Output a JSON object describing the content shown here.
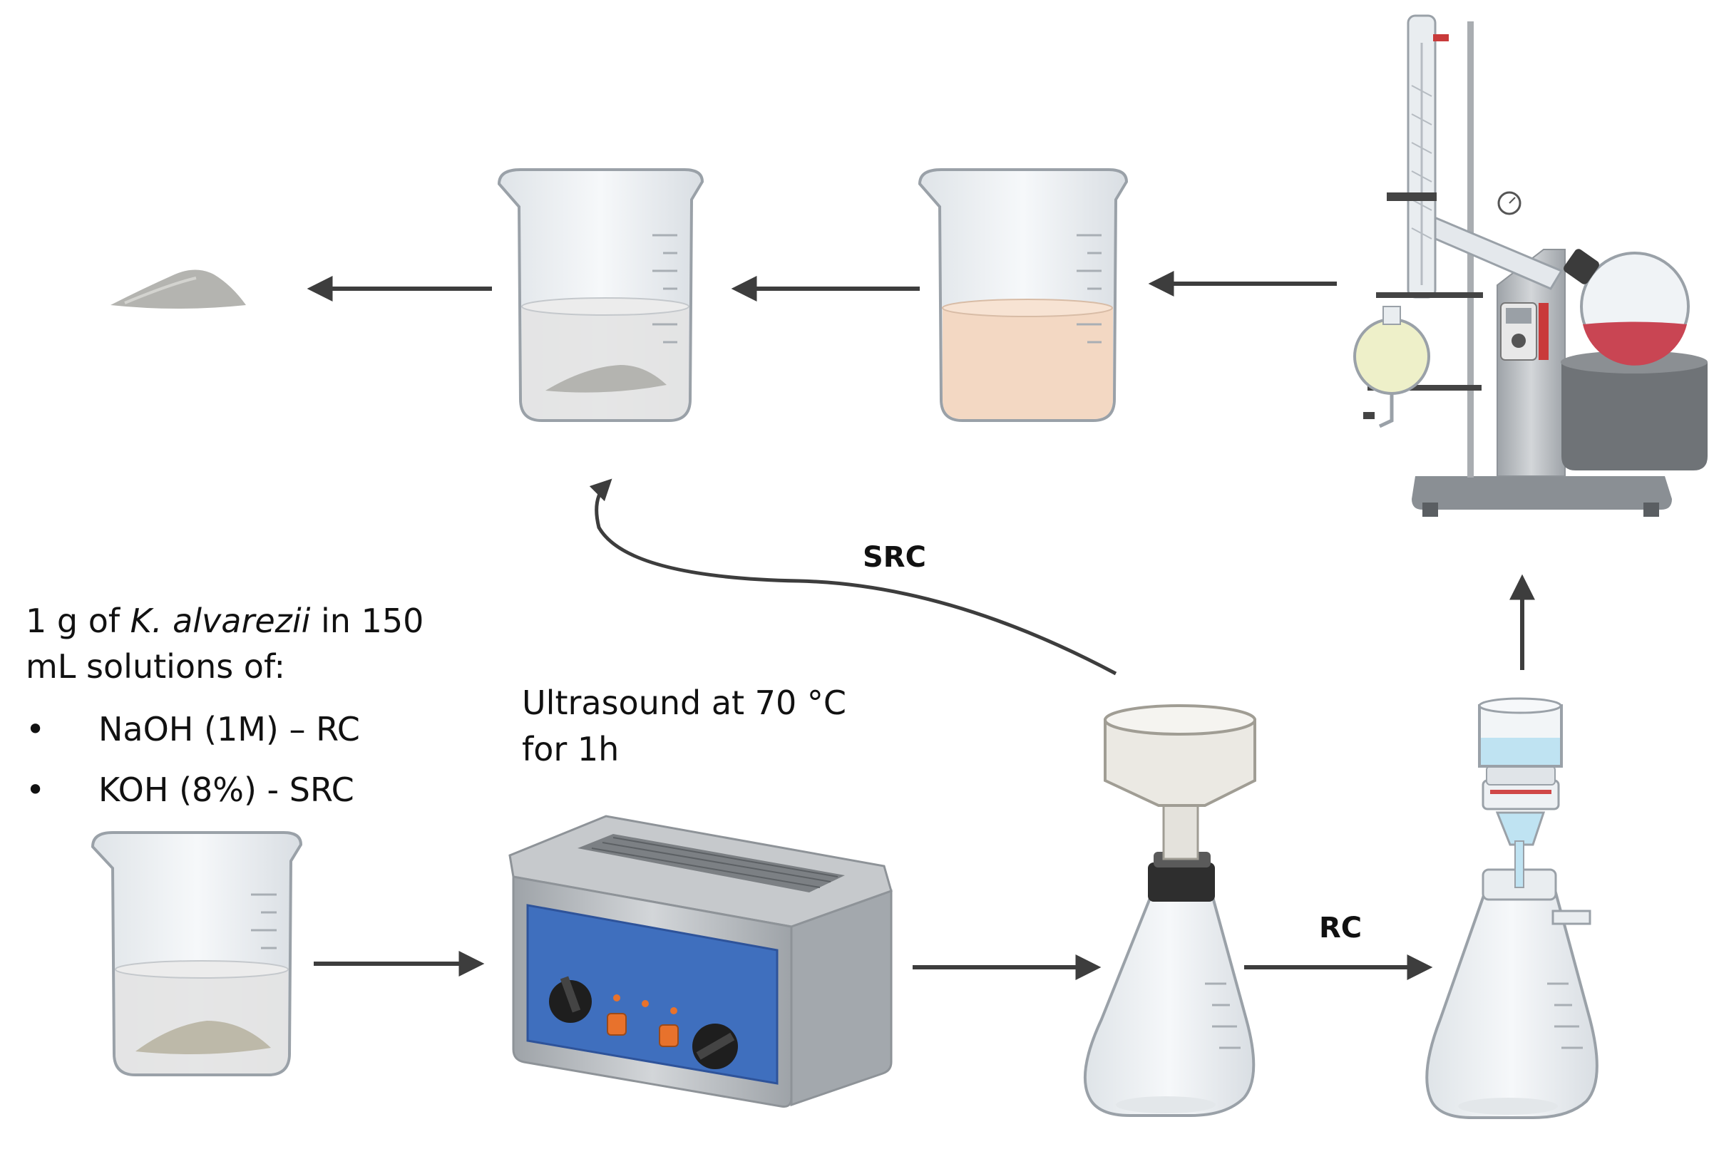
{
  "intro": {
    "line1_pre": "1 g of ",
    "line1_species": "K. alvarezii",
    "line1_post": " in 150",
    "line2": "mL solutions of:",
    "bullet_char": "•",
    "option1": "NaOH (1M) – RC",
    "option2": "KOH (8%) - SRC"
  },
  "ultrasound": {
    "line1": "Ultrasound at 70 °C",
    "line2": "for 1h"
  },
  "path_labels": {
    "src": "SRC",
    "rc": "RC"
  },
  "colors": {
    "arrow": "#3d3d3d",
    "glass": "#eef1f4",
    "glass_edge": "#9aa1a8",
    "powder": "#b4b4b0",
    "solution_clear": "#e6e6e6",
    "solution_peach": "#f3d8c3",
    "bath_panel": "#3f6fbe",
    "steel": "#b9bdc1",
    "knob_orange": "#e8722c",
    "flask_red": "#c94553",
    "flask_yellow": "#eef0c9",
    "water_blue": "#bfe3f2"
  }
}
